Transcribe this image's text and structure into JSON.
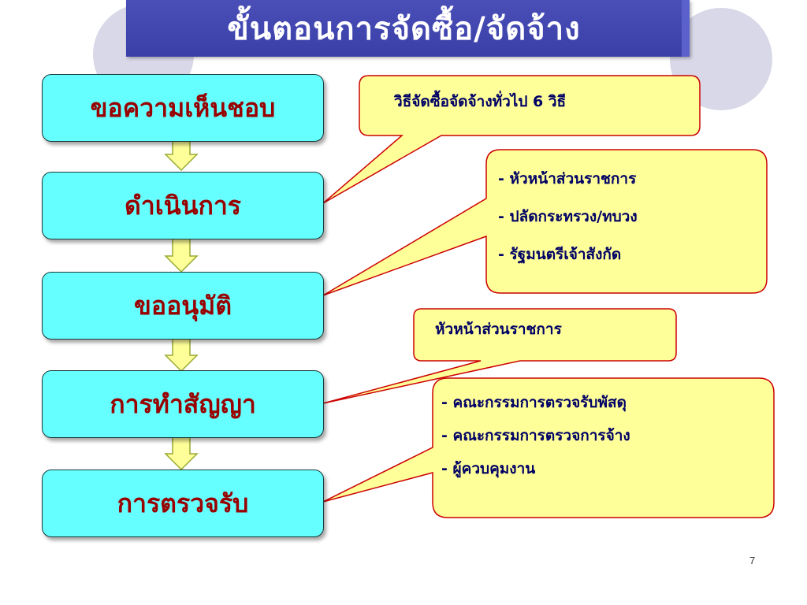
{
  "title": "ขั้นตอนการจัดซื้อ/จัดจ้าง",
  "steps": [
    {
      "label": "ขอความเห็นชอบ"
    },
    {
      "label": "ดำเนินการ"
    },
    {
      "label": "ขออนุมัติ"
    },
    {
      "label": "การทำสัญญา"
    },
    {
      "label": "การตรวจรับ"
    }
  ],
  "callouts": {
    "procurement_methods": {
      "text": "วิธีจัดซื้อจัดจ้างทั่วไป 6 วิธี"
    },
    "approvers": {
      "lines": [
        "- หัวหน้าส่วนราชการ",
        "- ปลัดกระทรวง/ทบวง",
        "- รัฐมนตรีเจ้าสังกัด"
      ]
    },
    "contract_signer": {
      "text": "หัวหน้าส่วนราชการ"
    },
    "inspectors": {
      "lines": [
        "- คณะกรรมการตรวจรับพัสดุ",
        "- คณะกรรมการตรวจการจ้าง",
        "- ผู้ควบคุมงาน"
      ]
    }
  },
  "colors": {
    "step_fill": "#66ffff",
    "step_text": "#990000",
    "callout_fill": "#ffff99",
    "callout_border": "#cc0000",
    "callout_text": "#000066",
    "title_bar": "#3a3fa8",
    "arrow_fill": "#ffff99",
    "arrow_stroke": "#99aa33"
  },
  "page_number": "7"
}
